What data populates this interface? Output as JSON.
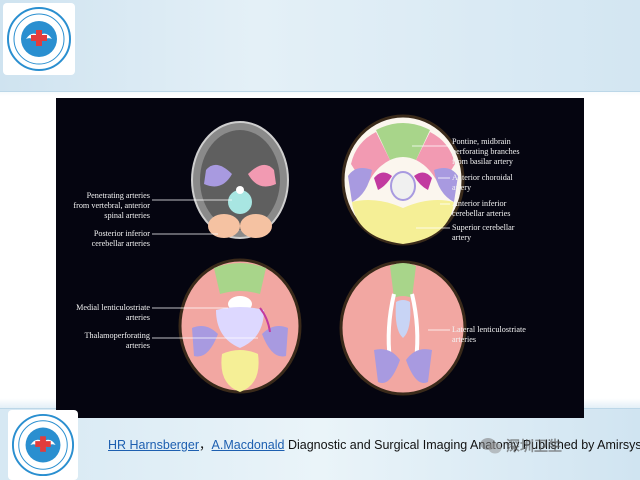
{
  "caption": {
    "author_1": "HR Harnsberger",
    "separator": "，",
    "author_2": "A.Macdonald",
    "rest": " Diagnostic and Surgical Imaging Anatomy Published by Amirsys"
  },
  "watermark": {
    "text": "深圳卫生"
  },
  "figure": {
    "labels": {
      "penetrating_line1": "Penetrating arteries",
      "penetrating_line2": "from vertebral, anterior",
      "penetrating_line3": "spinal arteries",
      "pica_line1": "Posterior inferior",
      "pica_line2": "cerebellar arteries",
      "pontine_line1": "Pontine, midbrain",
      "pontine_line2": "perforating branches",
      "pontine_line3": "from basilar artery",
      "ant_choroidal_line1": "Anterior choroidal",
      "ant_choroidal_line2": "artery",
      "aica_line1": "Anterior inferior",
      "aica_line2": "cerebellar arteries",
      "sca_line1": "Superior cerebellar",
      "sca_line2": "artery",
      "medial_lenticulo_line1": "Medial lenticulostriate",
      "medial_lenticulo_line2": "arteries",
      "thalamo_line1": "Thalamoperforating",
      "thalamo_line2": "arteries",
      "lateral_lenticulo_line1": "Lateral lenticulostriate",
      "lateral_lenticulo_line2": "arteries"
    }
  },
  "colors": {
    "aca_green": "#a8d58a",
    "mca_pink": "#f2a7a2",
    "pca_purple": "#a89ae0",
    "basilar_yellow": "#f5ef96",
    "pica_peach": "#f5c2a2",
    "choroidal_magenta": "#c23aa0",
    "link_blue": "#1d5fb0"
  }
}
